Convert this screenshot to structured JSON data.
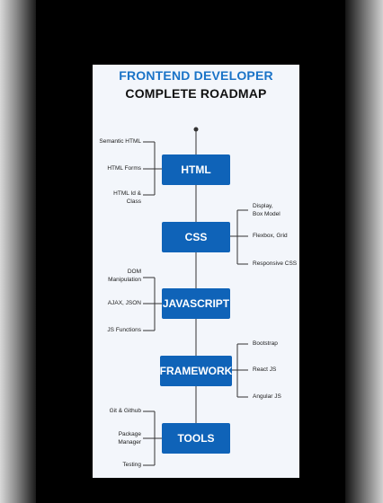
{
  "roadmap": {
    "title_line1": "FRONTEND DEVELOPER",
    "title_line2": "COMPLETE ROADMAP",
    "nodes": {
      "html": "HTML",
      "css": "CSS",
      "javascript": "JAVASCRIPT",
      "framework": "FRAMEWORK",
      "tools": "TOOLS"
    },
    "html_topics": [
      "Semantic HTML",
      "HTML Forms",
      "HTML Id &\nClass"
    ],
    "css_topics": [
      "Display,\nBox Model",
      "Flexbox, Grid",
      "Responsive CSS"
    ],
    "javascript_topics": [
      "DOM\nManipulation",
      "AJAX, JSON",
      "JS Functions"
    ],
    "framework_topics": [
      "Bootstrap",
      "React JS",
      "Angular JS"
    ],
    "tools_topics": [
      "Git & Github",
      "Package\nManager",
      "Testing"
    ]
  },
  "colors": {
    "accent_blue": "#0f63b8",
    "title_blue": "#1a73c7",
    "card_bg": "#f3f6fb"
  }
}
